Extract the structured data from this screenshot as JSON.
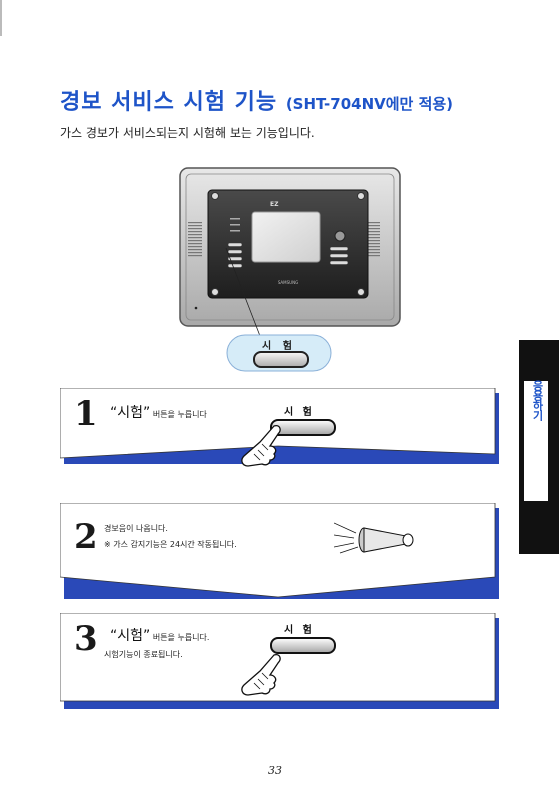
{
  "page": {
    "title_main": "경보 서비스 시험 기능",
    "title_sub": "(SHT-704NV에만 적용)",
    "subtitle": "가스 경보가 서비스되는지 시험해 보는 기능입니다."
  },
  "device": {
    "logo": "EZ",
    "brand": "SAMSUNG"
  },
  "callout": {
    "label": "시 험"
  },
  "steps": [
    {
      "number": "1",
      "quote": "“시험”",
      "text": "버튼을 누릅니다",
      "button_label": "시 험"
    },
    {
      "number": "2",
      "line1": "경보음이 나옵니다.",
      "line2": "※ 가스 감지기능은 24시간 작동됩니다."
    },
    {
      "number": "3",
      "quote": "“시험”",
      "text": "버튼을 누릅니다.",
      "line2": "시험기능이 종료됩니다.",
      "button_label": "시 험"
    }
  ],
  "side_tab": {
    "label": "응용하기"
  },
  "footer": {
    "page_number": "33"
  },
  "colors": {
    "accent": "#1e54c8",
    "shadow": "#2a49b8"
  }
}
